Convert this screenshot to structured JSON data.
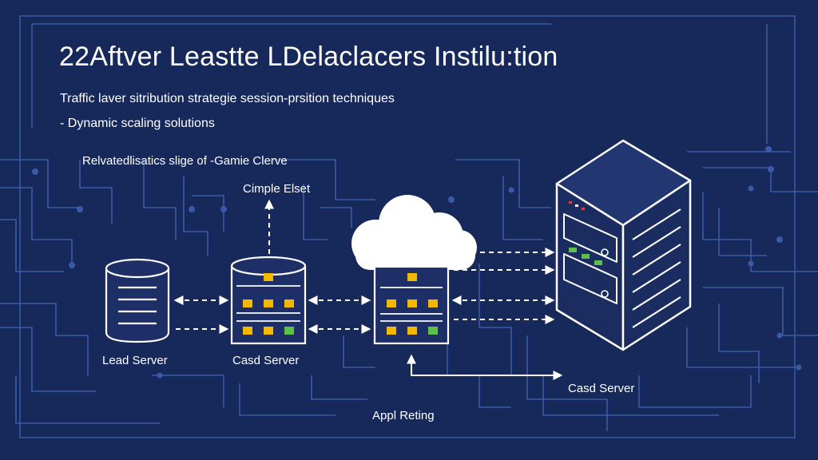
{
  "diagram": {
    "title": "22Aftver Leastte LDelaclacers Instilu:tion",
    "subtitle_1": "Traffic laver sitribution strategie session-prsition techniques",
    "subtitle_2": "- Dynamic scaling solutions",
    "label_related": "Relvatedlisatics slige of -Gamie Clerve",
    "label_cimple": "Cimple Elset",
    "label_lead_server": "Lead Server",
    "label_casd_server_1": "Casd Server",
    "label_casd_server_2": "Casd Server",
    "label_appl": "Appl Reting"
  },
  "colors": {
    "background": "#17285a",
    "line": "#ffffff",
    "circuit": "#3a5aa8",
    "server_face": "#1d2f66",
    "indicator_yellow": "#f5b800",
    "indicator_green": "#5cc04a"
  },
  "icons": [
    "database-icon",
    "server-icon",
    "cloud-icon",
    "server-tower-icon"
  ]
}
